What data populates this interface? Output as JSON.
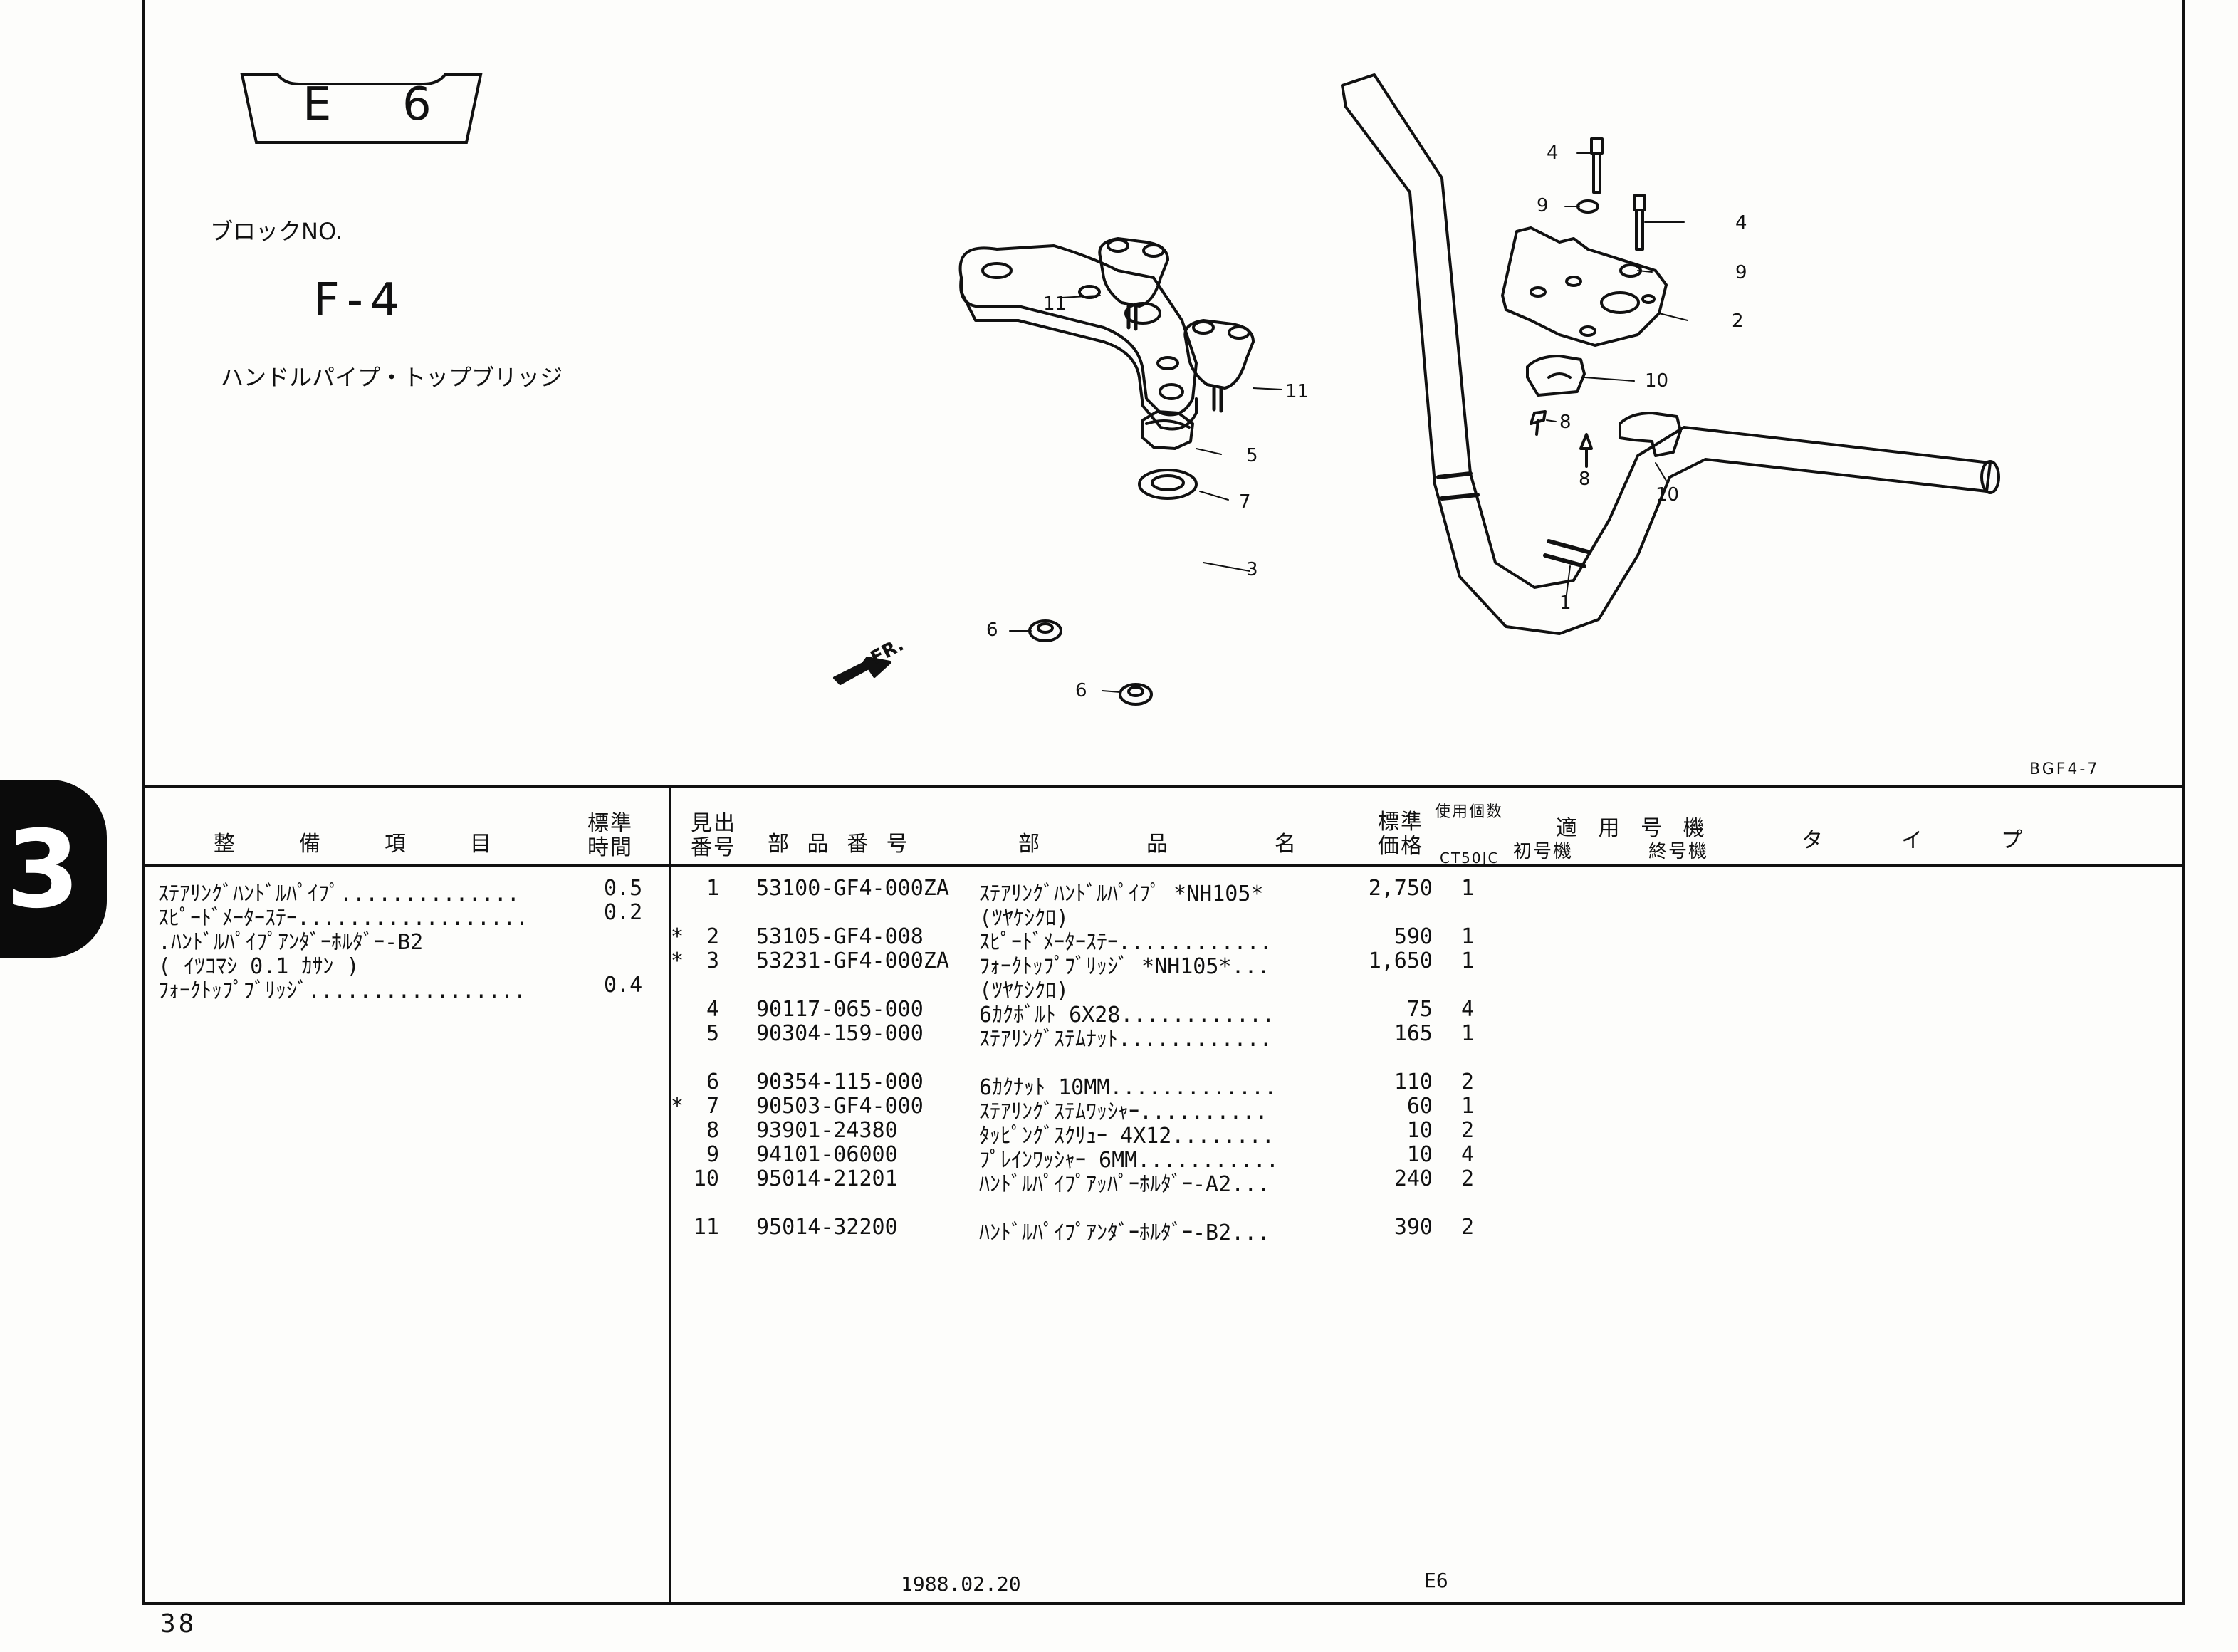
{
  "header": {
    "section_badge": {
      "letter": "E",
      "number": "6"
    },
    "block_label": "ブロックNO.",
    "block_no": "F-4",
    "block_title": "ハンドルパイプ・トップブリッジ",
    "figure_code": "BGF4-7"
  },
  "side_tab": "3",
  "page_number": "38",
  "footer": {
    "date": "1988.02.20",
    "code": "E6"
  },
  "diagram_callouts": [
    "1",
    "2",
    "3",
    "4",
    "4",
    "5",
    "6",
    "6",
    "7",
    "8",
    "8",
    "9",
    "9",
    "10",
    "10",
    "11",
    "11"
  ],
  "fr_arrow": "FR.",
  "maintenance_table": {
    "headers": {
      "item": "整　備　項　目",
      "time": "標準\n時間"
    },
    "rows": [
      {
        "item": "ｽﾃｱﾘﾝｸﾞﾊﾝﾄﾞﾙﾊﾟｲﾌﾟ..............",
        "time": "0.5"
      },
      {
        "item": "ｽﾋﾟｰﾄﾞﾒｰﾀｰｽﾃｰ..................",
        "time": "0.2"
      },
      {
        "item": ".ﾊﾝﾄﾞﾙﾊﾟｲﾌﾟｱﾝﾀﾞｰﾎﾙﾀﾞｰ-B2",
        "time": ""
      },
      {
        "item": "( ｲﾂｺﾏｼ 0.1 ｶｻﾝ )",
        "time": ""
      },
      {
        "item": "ﾌｫｰｸﾄｯﾌﾟﾌﾞﾘｯｼﾞ.................",
        "time": "0.4"
      }
    ]
  },
  "parts_table": {
    "headers": {
      "ref": "見出\n番号",
      "part_no": "部 品 番 号",
      "name": "部　　品　　名",
      "price": "標準\n価格",
      "qty_top": "使用個数",
      "qty_model": "CT50JC",
      "applicable": "適 用 号 機",
      "first": "初号機",
      "last": "終号機",
      "type": "タ　イ　プ"
    },
    "rows": [
      {
        "mark": "",
        "ref": "1",
        "part_no": "53100-GF4-000ZA",
        "name": "ｽﾃｱﾘﾝｸﾞﾊﾝﾄﾞﾙﾊﾟｲﾌﾟ *NH105*",
        "price": "2,750",
        "qty": "1"
      },
      {
        "mark": "",
        "ref": "",
        "part_no": "",
        "name": "(ﾂﾔｹｼｸﾛ)",
        "price": "",
        "qty": ""
      },
      {
        "mark": "*",
        "ref": "2",
        "part_no": "53105-GF4-008",
        "name": "ｽﾋﾟｰﾄﾞﾒｰﾀｰｽﾃｰ............",
        "price": "590",
        "qty": "1"
      },
      {
        "mark": "*",
        "ref": "3",
        "part_no": "53231-GF4-000ZA",
        "name": "ﾌｫｰｸﾄｯﾌﾟﾌﾞﾘｯｼﾞ *NH105*...",
        "price": "1,650",
        "qty": "1"
      },
      {
        "mark": "",
        "ref": "",
        "part_no": "",
        "name": "(ﾂﾔｹｼｸﾛ)",
        "price": "",
        "qty": ""
      },
      {
        "mark": "",
        "ref": "4",
        "part_no": "90117-065-000",
        "name": "6ｶｸﾎﾞﾙﾄ 6X28............",
        "price": "75",
        "qty": "4"
      },
      {
        "mark": "",
        "ref": "5",
        "part_no": "90304-159-000",
        "name": "ｽﾃｱﾘﾝｸﾞｽﾃﾑﾅｯﾄ............",
        "price": "165",
        "qty": "1"
      },
      {
        "mark": "",
        "ref": "6",
        "part_no": "90354-115-000",
        "name": "6ｶｸﾅｯﾄ 10MM.............",
        "price": "110",
        "qty": "2"
      },
      {
        "mark": "*",
        "ref": "7",
        "part_no": "90503-GF4-000",
        "name": "ｽﾃｱﾘﾝｸﾞｽﾃﾑﾜｯｼｬｰ..........",
        "price": "60",
        "qty": "1"
      },
      {
        "mark": "",
        "ref": "8",
        "part_no": "93901-24380",
        "name": "ﾀｯﾋﾟﾝｸﾞｽｸﾘｭｰ 4X12........",
        "price": "10",
        "qty": "2"
      },
      {
        "mark": "",
        "ref": "9",
        "part_no": "94101-06000",
        "name": "ﾌﾟﾚｲﾝﾜｯｼｬｰ 6MM...........",
        "price": "10",
        "qty": "4"
      },
      {
        "mark": "",
        "ref": "10",
        "part_no": "95014-21201",
        "name": "ﾊﾝﾄﾞﾙﾊﾟｲﾌﾟｱｯﾊﾟｰﾎﾙﾀﾞｰ-A2...",
        "price": "240",
        "qty": "2"
      },
      {
        "mark": "",
        "ref": "11",
        "part_no": "95014-32200",
        "name": "ﾊﾝﾄﾞﾙﾊﾟｲﾌﾟｱﾝﾀﾞｰﾎﾙﾀﾞｰ-B2...",
        "price": "390",
        "qty": "2"
      }
    ]
  }
}
